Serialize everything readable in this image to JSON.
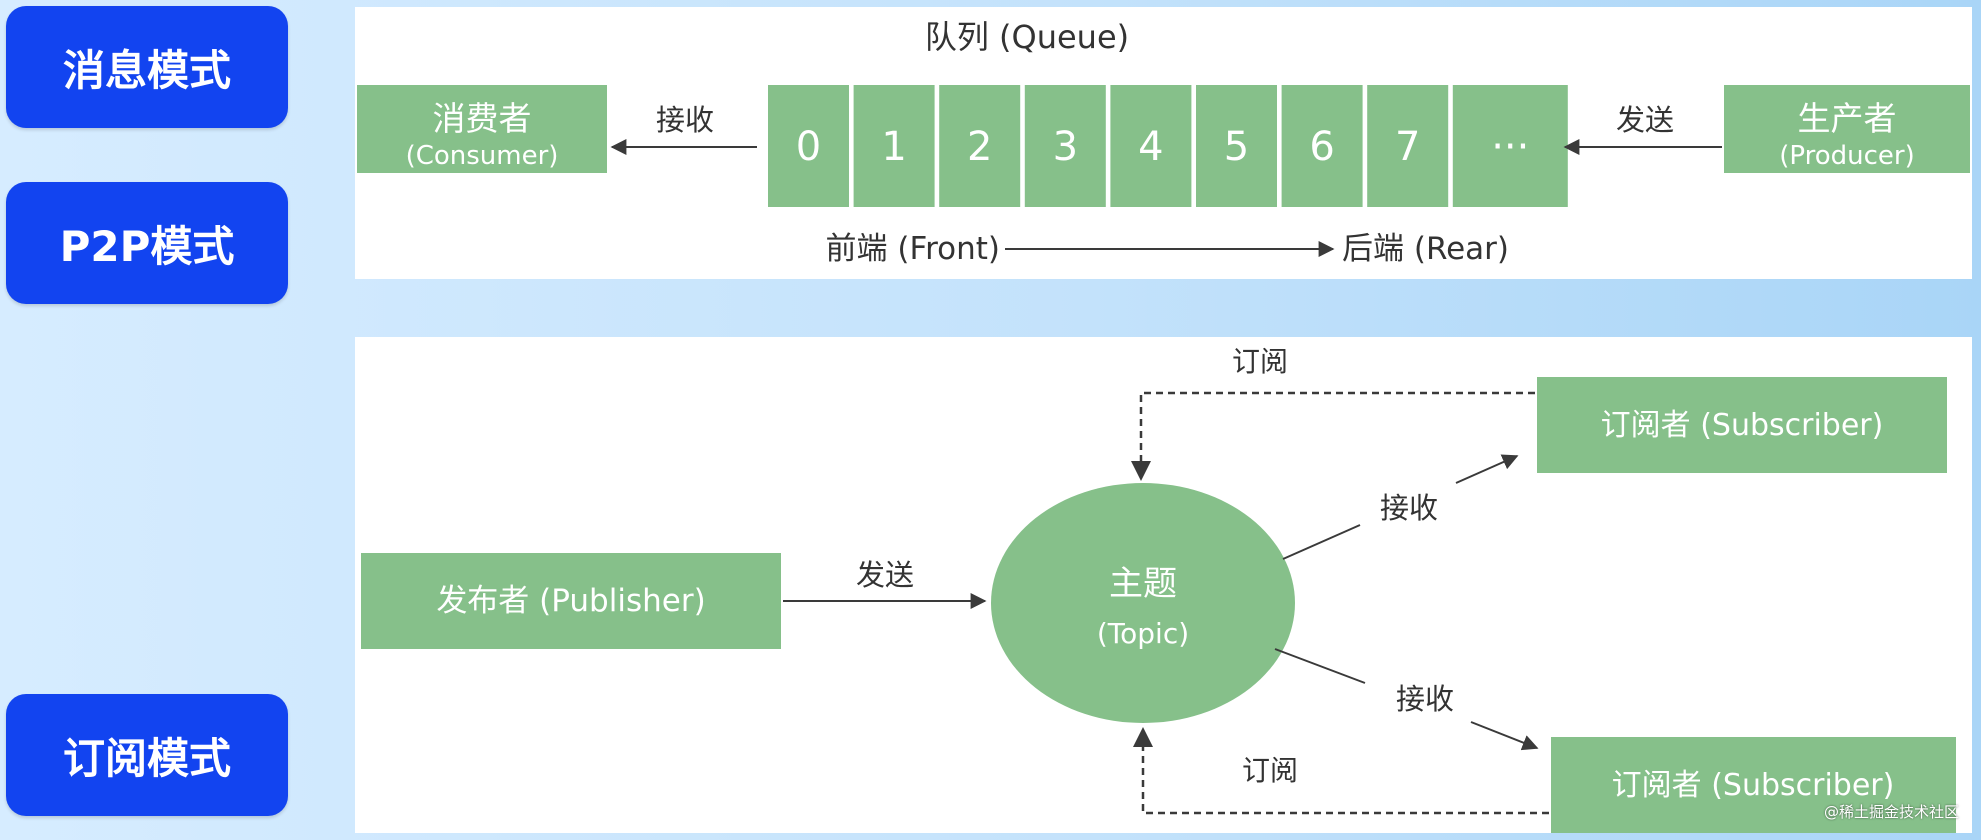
{
  "sidebar": {
    "items": [
      {
        "label": "消息模式"
      },
      {
        "label": "P2P模式"
      },
      {
        "label": "订阅模式"
      }
    ]
  },
  "p2p": {
    "queue_title": "队列 (Queue)",
    "consumer": {
      "name": "消费者",
      "sub": "(Consumer)"
    },
    "producer": {
      "name": "生产者",
      "sub": "(Producer)"
    },
    "receive_label": "接收",
    "send_label": "发送",
    "cells": [
      "0",
      "1",
      "2",
      "3",
      "4",
      "5",
      "6",
      "7",
      "···"
    ],
    "front_label": "前端 (Front)",
    "rear_label": "后端 (Rear)"
  },
  "pubsub": {
    "publisher": "发布者 (Publisher)",
    "topic": {
      "name": "主题",
      "sub": "(Topic)"
    },
    "subscriber_top": "订阅者 (Subscriber)",
    "subscriber_bottom": "订阅者 (Subscriber)",
    "subscribe_top": "订阅",
    "subscribe_bottom": "订阅",
    "send_label": "发送",
    "receive_top": "接收",
    "receive_bottom": "接收"
  },
  "colors": {
    "button_blue": "#1244f0",
    "box_green": "#86c08a"
  },
  "watermark": "@稀土掘金技术社区"
}
